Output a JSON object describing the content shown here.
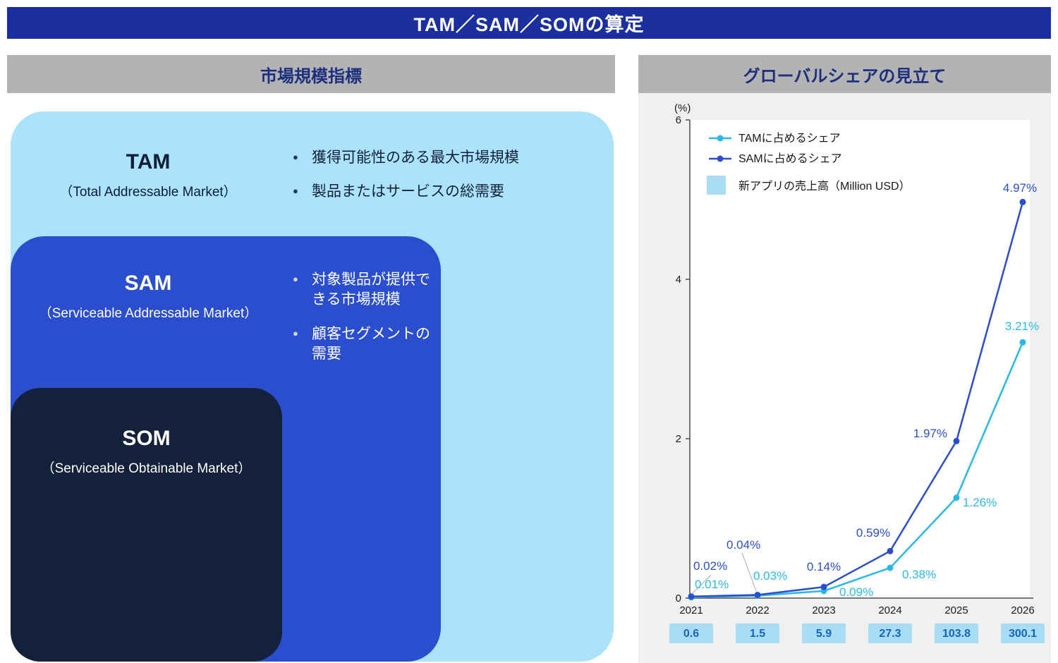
{
  "banner": {
    "title": "TAM／SAM／SOMの算定"
  },
  "left": {
    "header": "市場規模指標",
    "tam": {
      "label": "TAM",
      "sub": "（Total Addressable Market）",
      "bullets": [
        "獲得可能性のある最大市場規模",
        "製品またはサービスの総需要"
      ]
    },
    "sam": {
      "label": "SAM",
      "sub": "（Serviceable Addressable Market）",
      "bullets": [
        "対象製品が提供できる市場規模",
        "顧客セグメントの需要"
      ]
    },
    "som": {
      "label": "SOM",
      "sub": "（Serviceable Obtainable Market）"
    }
  },
  "right": {
    "header": "グローバルシェアの見立て"
  },
  "chart_data": {
    "type": "line",
    "title": "グローバルシェアの見立て",
    "unit_label": "(%)",
    "x": [
      "2021",
      "2022",
      "2023",
      "2024",
      "2025",
      "2026"
    ],
    "ylim": [
      0,
      6
    ],
    "yticks": [
      0,
      2,
      4,
      6
    ],
    "grid": false,
    "legend_position": "top-left",
    "series": [
      {
        "name": "TAMに占めるシェア",
        "color": "#29b9e8",
        "values": [
          0.01,
          0.03,
          0.09,
          0.38,
          1.26,
          3.21
        ],
        "labels": [
          "0.01%",
          "0.03%",
          "0.09%",
          "0.38%",
          "1.26%",
          "3.21%"
        ]
      },
      {
        "name": "SAMに占めるシェア",
        "color": "#2b4ecf",
        "values": [
          0.02,
          0.04,
          0.14,
          0.59,
          1.97,
          4.97
        ],
        "labels": [
          "0.02%",
          "0.04%",
          "0.14%",
          "0.59%",
          "1.97%",
          "4.97%"
        ]
      }
    ],
    "revenue": {
      "name": "新アプリの売上高（Million USD）",
      "color": "#a9ddf5",
      "text_color": "#1565c0",
      "values": [
        "0.6",
        "1.5",
        "5.9",
        "27.3",
        "103.8",
        "300.1"
      ]
    }
  }
}
